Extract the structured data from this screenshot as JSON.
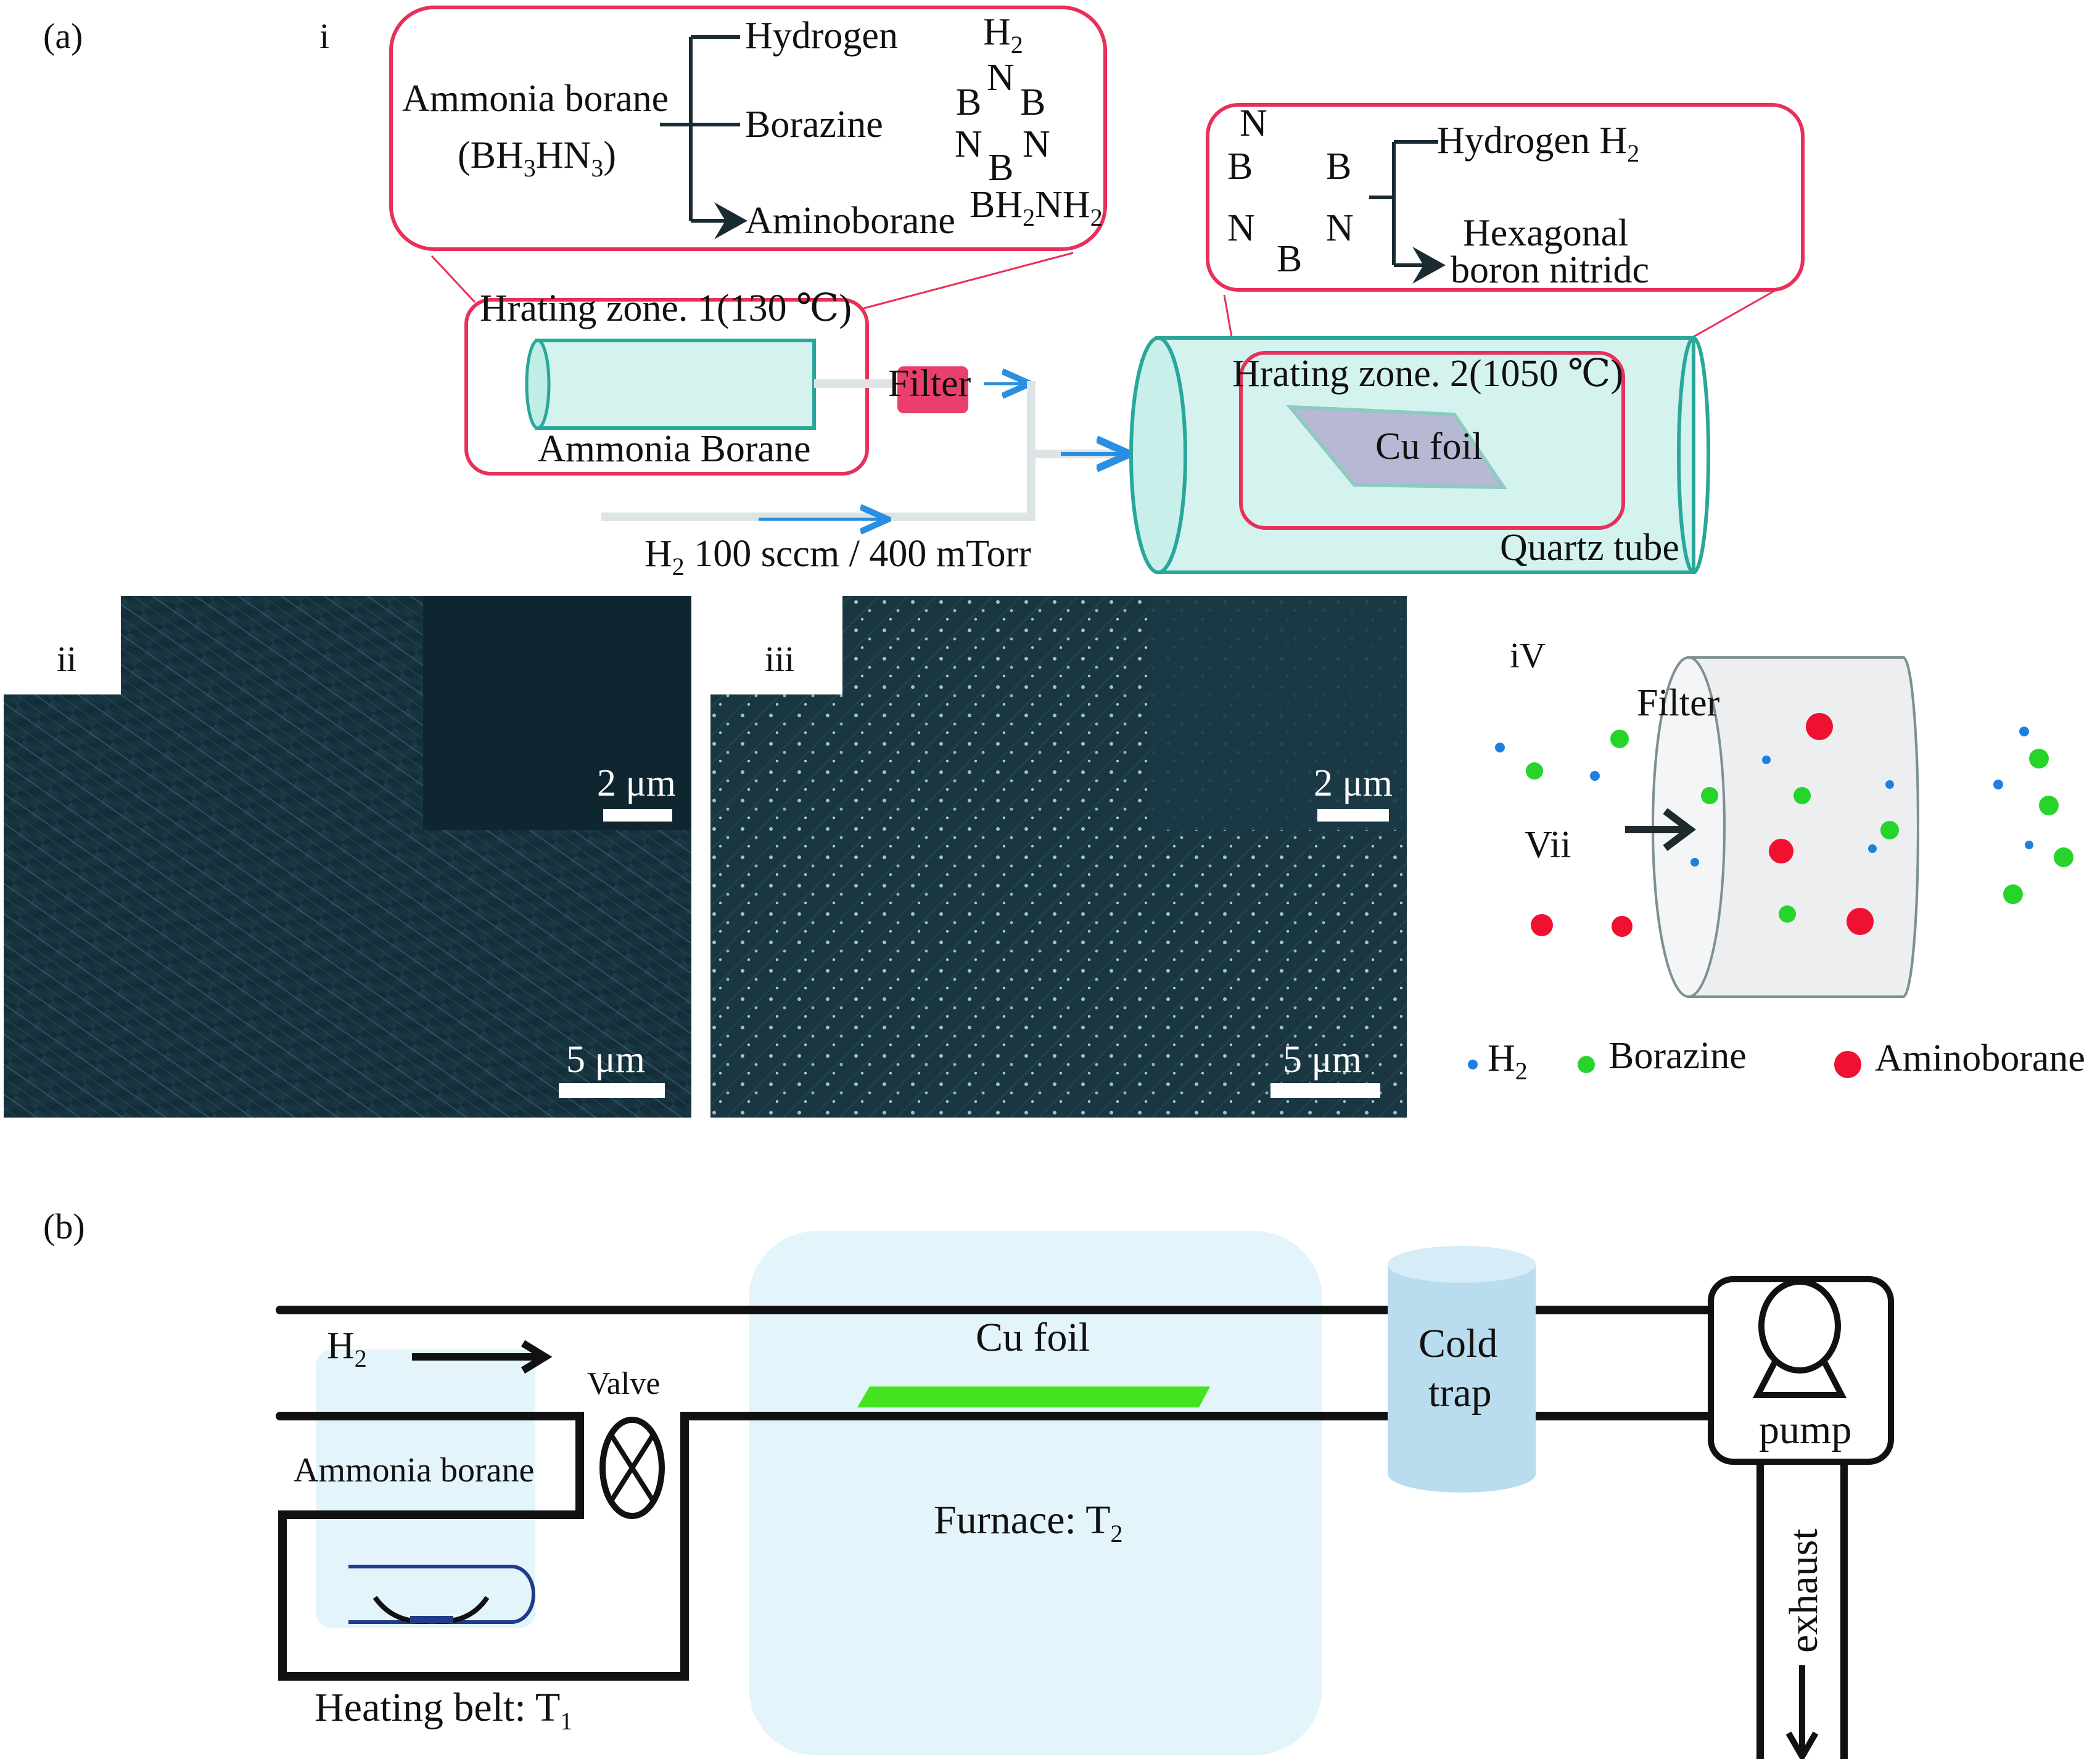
{
  "panel_a": {
    "label": "(a)",
    "sub_i": {
      "label": "i",
      "reaction_box": {
        "reactant_name": "Ammonia borane",
        "reactant_formula": "(BH3HN3)",
        "products": [
          "Hydrogen",
          "Borazine",
          "Aminoborane"
        ],
        "formulas": {
          "hydrogen": "H2",
          "aminoborane": "BH2NH2"
        },
        "borazine_atoms": [
          "N",
          "B",
          "B",
          "N",
          "N",
          "B"
        ]
      },
      "decomposition_box": {
        "ring_atoms": [
          "N",
          "B",
          "B",
          "N",
          "N",
          "B"
        ],
        "products": [
          "Hydrogen H2",
          "Hexagonal",
          "boron nitridc"
        ]
      },
      "zone1": {
        "title": "Hrating zone. 1(130 ℃)",
        "label": "Ammonia Borane"
      },
      "filter_label": "Filter",
      "carrier_gas": "H2 100 sccm / 400 mTorr",
      "zone2": {
        "title": "Hrating zone. 2(1050 ℃)",
        "substrate": "Cu foil",
        "tube": "Quartz tube"
      }
    },
    "sub_ii": {
      "label": "ii",
      "scale_inset": "2 μm",
      "scale_main": "5 μm"
    },
    "sub_iii": {
      "label": "iii",
      "scale_inset": "2 μm",
      "scale_main": "5 μm"
    },
    "sub_iv": {
      "label": "iV",
      "filter_label": "Filter",
      "arrow_label": "Vii",
      "legend": [
        {
          "name": "H2",
          "color": "#1e7fe0"
        },
        {
          "name": "Borazine",
          "color": "#27d42a"
        },
        {
          "name": "Aminoborane",
          "color": "#f01030"
        }
      ]
    }
  },
  "panel_b": {
    "label": "(b)",
    "gas": "H2",
    "valve": "Valve",
    "source": "Ammonia borane",
    "heater": "Heating belt: T1",
    "substrate": "Cu foil",
    "furnace": "Furnace: T2",
    "cold_trap": [
      "Cold",
      "trap"
    ],
    "pump": "pump",
    "exhaust": "exhaust"
  },
  "colors": {
    "box_outline": "#e8305a",
    "tube_teal": "#2aa79b",
    "tube_fill": "#d4f3ef",
    "flow_arrow": "#2a8fe0",
    "furnace_fill": "#e4f4fb",
    "cold_trap_fill": "#b9dcef",
    "cu_foil_green": "#44e21f",
    "sem_dark": "#0f2630"
  }
}
